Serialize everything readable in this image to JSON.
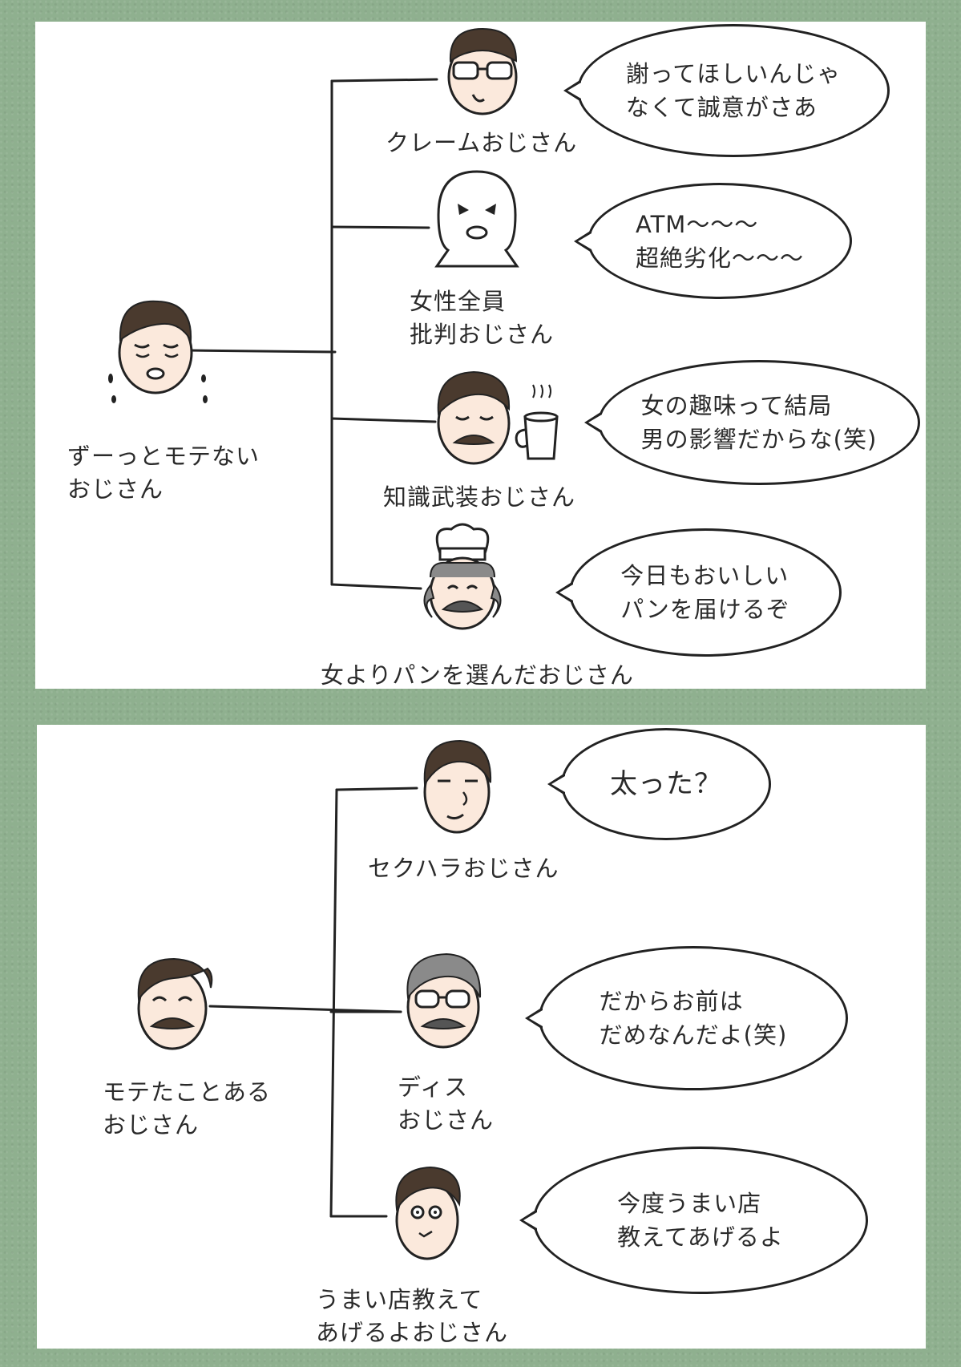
{
  "top_panel": {
    "root": {
      "label": "ずーっとモテない\nおじさん",
      "icon": "sweating-man-face-icon"
    },
    "branches": [
      {
        "label": "クレームおじさん",
        "quote": "謝ってほしいんじゃ\nなくて誠意がさあ",
        "icon": "glasses-man-face-icon"
      },
      {
        "label": "女性全員\n批判おじさん",
        "quote": "ATM〜〜〜\n超絶劣化〜〜〜",
        "icon": "masked-face-icon"
      },
      {
        "label": "知識武装おじさん",
        "quote": "女の趣味って結局\n男の影響だからな(笑)",
        "icon": "mustache-man-coffee-icon"
      },
      {
        "label": "女よりパンを選んだおじさん",
        "quote": "今日もおいしい\nパンを届けるぞ",
        "icon": "baker-face-icon"
      }
    ]
  },
  "bottom_panel": {
    "root": {
      "label": "モテたことある\nおじさん",
      "icon": "smiling-mustache-man-face-icon"
    },
    "branches": [
      {
        "label": "セクハラおじさん",
        "quote": "太った？",
        "icon": "smug-man-face-icon"
      },
      {
        "label": "ディス\nおじさん",
        "quote": "だからお前は\nだめなんだよ(笑)",
        "icon": "gray-hair-glasses-face-icon"
      },
      {
        "label": "うまい店教えて\nあげるよおじさん",
        "quote": "今度うまい店\n教えてあげるよ",
        "icon": "wide-eyed-man-face-icon"
      }
    ]
  },
  "colors": {
    "background": "#8fb08f",
    "panel": "#ffffff",
    "ink": "#222222",
    "hair": "#4a3a2e",
    "skin": "#fbe9dc",
    "gray_hair": "#8a8a8a"
  }
}
